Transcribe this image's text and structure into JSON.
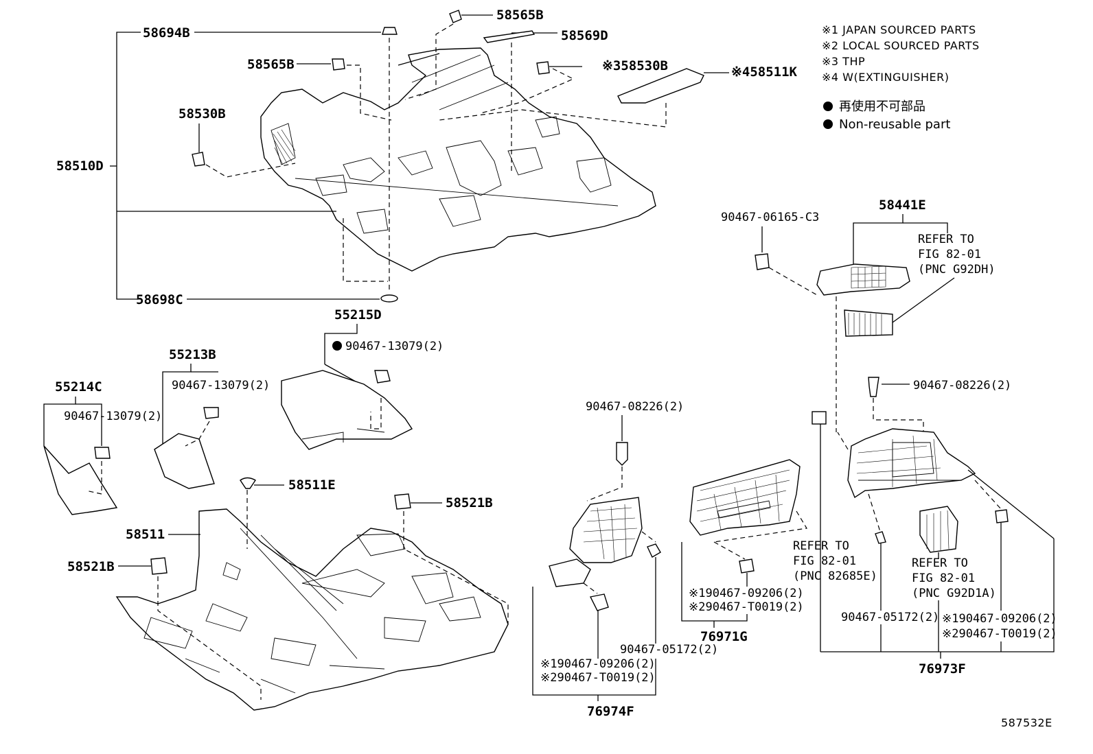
{
  "notes": {
    "n1": "※1 JAPAN SOURCED PARTS",
    "n2": "※2 LOCAL SOURCED PARTS",
    "n3": "※3 THP",
    "n4": "※4 W(EXTINGUISHER)",
    "jp": "再使用不可部品",
    "en": "Non-reusable part"
  },
  "labels": {
    "p58694B": "58694B",
    "p58565B_top": "58565B",
    "p58569D": "58569D",
    "p58565B_mid": "58565B",
    "p58530B_3": "※358530B",
    "p58511K_4": "※458511K",
    "p58530B": "58530B",
    "p58510D": "58510D",
    "p58698C": "58698C",
    "p55215D": "55215D",
    "p90467_13079_a": "90467-13079(2)",
    "p55213B": "55213B",
    "p90467_13079_b": "90467-13079(2)",
    "p55214C": "55214C",
    "p90467_13079_c": "90467-13079(2)",
    "p58511E": "58511E",
    "p58521B_r": "58521B",
    "p58511": "58511",
    "p58521B_l": "58521B",
    "p90467_08226_a": "90467-08226(2)",
    "p90467_05172_a": "90467-05172(2)",
    "p76974F_1": "※190467-09206(2)",
    "p76974F_2": "※290467-T0019(2)",
    "p76974F": "76974F",
    "p76971G_1": "※190467-09206(2)",
    "p76971G_2": "※290467-T0019(2)",
    "p76971G": "76971G",
    "p90467_06165": "90467-06165-C3",
    "p58441E": "58441E",
    "ref1_a": "REFER TO",
    "ref1_b": "FIG 82-01",
    "ref1_c": "(PNC G92DH)",
    "p90467_08226_b": "90467-08226(2)",
    "ref2_a": "REFER TO",
    "ref2_b": "FIG 82-01",
    "ref2_c": "(PNC 82685E)",
    "ref3_a": "REFER TO",
    "ref3_b": "FIG 82-01",
    "ref3_c": "(PNC G92D1A)",
    "p90467_05172_b": "90467-05172(2)",
    "p76973F_1": "※190467-09206(2)",
    "p76973F_2": "※290467-T0019(2)",
    "p76973F": "76973F",
    "diagram_id": "587532E"
  }
}
